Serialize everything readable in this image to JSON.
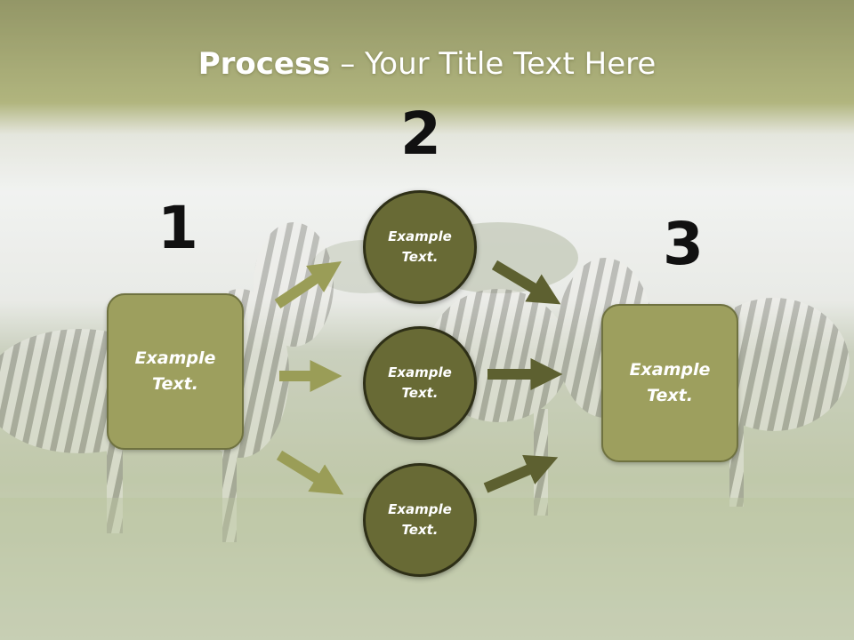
{
  "title": {
    "bold": "Process",
    "rest": " – Your Title Text Here"
  },
  "steps": {
    "one": {
      "number": "1",
      "text": "Example Text."
    },
    "two": {
      "number": "2",
      "circles": [
        "Example Text.",
        "Example Text.",
        "Example Text."
      ]
    },
    "three": {
      "number": "3",
      "text": "Example Text."
    }
  },
  "colors": {
    "header_band": "#8f9550",
    "box_fill": "#9d9f5e",
    "circle_fill": "#686a35",
    "arrow_light": "#9a9d57",
    "arrow_dark": "#5d6030"
  }
}
